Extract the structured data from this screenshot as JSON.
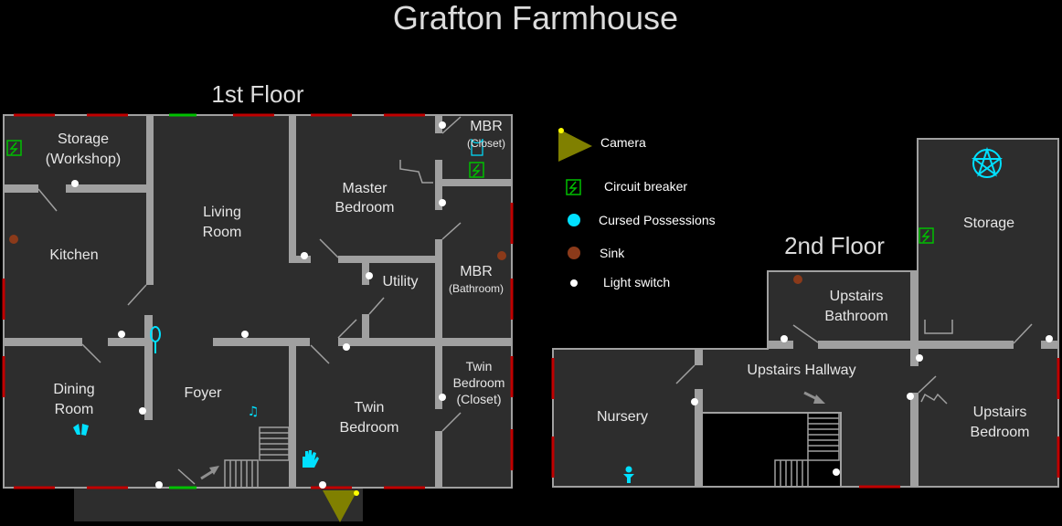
{
  "title": "Grafton Farmhouse",
  "floors": [
    {
      "label": "1st Floor"
    },
    {
      "label": "2nd Floor"
    }
  ],
  "rooms_first": [
    {
      "name": "storage-workshop",
      "lines": [
        "Storage",
        "(Workshop)"
      ]
    },
    {
      "name": "kitchen",
      "lines": [
        "Kitchen"
      ]
    },
    {
      "name": "living-room",
      "lines": [
        "Living",
        "Room"
      ]
    },
    {
      "name": "master-bedroom",
      "lines": [
        "Master",
        "Bedroom"
      ]
    },
    {
      "name": "mbr-closet",
      "lines": [
        "MBR"
      ],
      "sub": "(Closet)"
    },
    {
      "name": "utility",
      "lines": [
        "Utility"
      ]
    },
    {
      "name": "mbr-bathroom",
      "lines": [
        "MBR"
      ],
      "sub": "(Bathroom)"
    },
    {
      "name": "dining-room",
      "lines": [
        "Dining",
        "Room"
      ]
    },
    {
      "name": "foyer",
      "lines": [
        "Foyer"
      ]
    },
    {
      "name": "twin-bedroom",
      "lines": [
        "Twin",
        "Bedroom"
      ]
    },
    {
      "name": "twin-bedroom-closet",
      "lines": [
        "Twin",
        "Bedroom",
        "(Closet)"
      ]
    }
  ],
  "rooms_second": [
    {
      "name": "storage",
      "lines": [
        "Storage"
      ]
    },
    {
      "name": "upstairs-bathroom",
      "lines": [
        "Upstairs",
        "Bathroom"
      ]
    },
    {
      "name": "upstairs-hallway",
      "lines": [
        "Upstairs Hallway"
      ]
    },
    {
      "name": "nursery",
      "lines": [
        "Nursery"
      ]
    },
    {
      "name": "upstairs-bedroom",
      "lines": [
        "Upstairs",
        "Bedroom"
      ]
    }
  ],
  "legend": [
    {
      "label": "Camera",
      "icon": "camera-icon"
    },
    {
      "label": "Circuit breaker",
      "icon": "circuit-breaker-icon"
    },
    {
      "label": "Cursed Possessions",
      "icon": "cursed-possession-icon"
    },
    {
      "label": "Sink",
      "icon": "sink-icon"
    },
    {
      "label": "Light switch",
      "icon": "light-switch-icon"
    }
  ],
  "colors": {
    "background": "#000000",
    "room_fill": "#2d2d2d",
    "wall": "#a0a0a0",
    "window": "#c00000",
    "door_open": "#00c000",
    "cursed": "#00e0ff",
    "breaker": "#00c000",
    "sink": "#8b3a1a",
    "switch": "#ffffff",
    "camera": "#808000"
  }
}
